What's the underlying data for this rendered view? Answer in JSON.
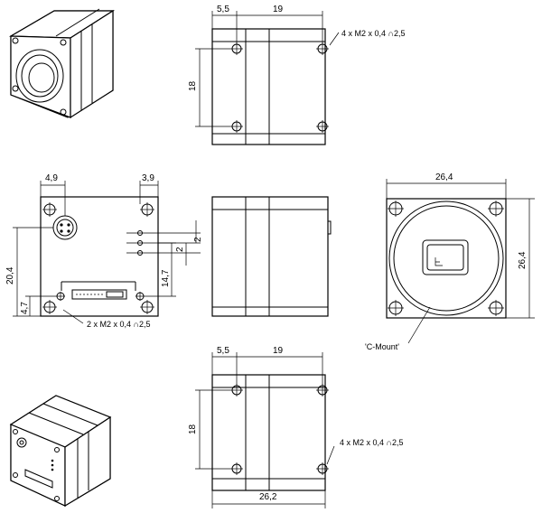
{
  "views": {
    "top": {
      "dim_offset": "5,5",
      "dim_width": "19",
      "dim_height": "18",
      "hole_note": "4 x  M2  x 0,4 ∩2,5"
    },
    "rear": {
      "dim_left": "4,9",
      "dim_right": "3,9",
      "dim_height": "20,4",
      "dim_small": "4,7",
      "dim_mid": "14,7",
      "dim_pitch_a": "2",
      "dim_pitch_b": "2",
      "hole_note": "2 x  M2  x 0,4 ∩2,5"
    },
    "front": {
      "dim_width": "26,4",
      "dim_height": "26,4",
      "mount_label": "'C-Mount'"
    },
    "bottom": {
      "dim_offset": "5,5",
      "dim_width": "19",
      "dim_height": "18",
      "dim_total": "26,2",
      "hole_note": "4 x  M2  x 0,4 ∩2,5"
    }
  },
  "icons": {
    "mount_hole": "crosshair-screw-icon",
    "connector": "round-connector-icon"
  }
}
